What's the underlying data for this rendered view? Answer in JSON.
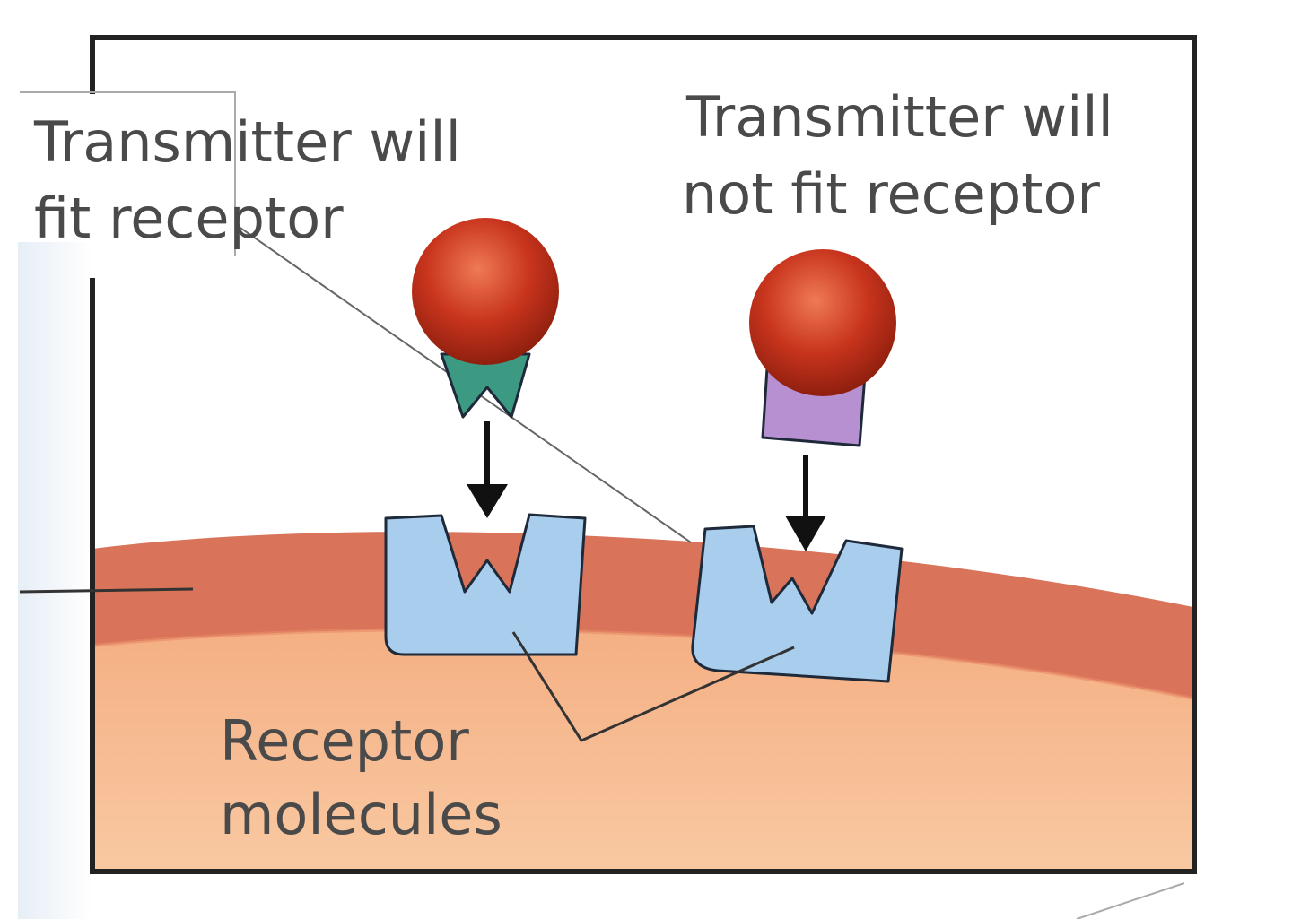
{
  "labels": {
    "fit": [
      "Transmitter will",
      "fit receptor"
    ],
    "not_fit": [
      "Transmitter will",
      "not fit receptor"
    ],
    "receptor": [
      "Receptor",
      "molecules"
    ]
  },
  "colors": {
    "frame": "#222222",
    "membrane": "#d9735a",
    "cytoplasm": "#f6b98e",
    "receptor": "#a9cdec",
    "receptor_outline": "#1e2a3a",
    "sphere": "#c8341d",
    "key_fit": "#3d9a82",
    "key_not_fit": "#b690d0",
    "text": "#4a4a4a"
  }
}
